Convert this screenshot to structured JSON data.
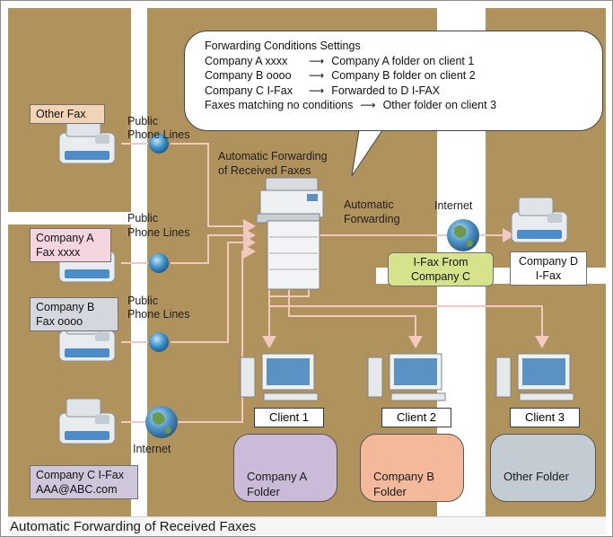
{
  "bubble": {
    "title": "Forwarding Conditions Settings",
    "rows": [
      {
        "condition": "Company A xxxx",
        "target": "Company A folder on client 1"
      },
      {
        "condition": "Company B oooo",
        "target": "Company B folder on client 2"
      },
      {
        "condition": "Company C I-Fax",
        "target": "Forwarded to D I-FAX"
      },
      {
        "condition": "Faxes matching no conditions",
        "target": "Other folder on client 3"
      }
    ]
  },
  "labels": {
    "public_phone_lines_1a": "Public",
    "public_phone_lines_1b": "Phone Lines",
    "public_phone_lines_2a": "Public",
    "public_phone_lines_2b": "Phone Lines",
    "public_phone_lines_3a": "Public",
    "public_phone_lines_3b": "Phone Lines",
    "auto_fwd_title_1": "Automatic Forwarding",
    "auto_fwd_title_2": "of Received Faxes",
    "auto_fwd_1": "Automatic",
    "auto_fwd_2": "Forwarding",
    "internet_right": "Internet",
    "internet_left": "Internet"
  },
  "senders": {
    "other_fax": "Other Fax",
    "company_a_1": "Company A",
    "company_a_2": "Fax xxxx",
    "company_b_1": "Company B",
    "company_b_2": "Fax oooo",
    "company_c_1": "Company C I-Fax",
    "company_c_2": "AAA@ABC.com"
  },
  "ifax_box": {
    "line1": "I-Fax From",
    "line2": "Company C"
  },
  "company_d": {
    "line1": "Company D",
    "line2": "I-Fax"
  },
  "clients": [
    "Client 1",
    "Client 2",
    "Client 3"
  ],
  "folders": [
    {
      "line1": "Company A",
      "line2": "Folder"
    },
    {
      "line1": "Company B",
      "line2": "Folder"
    },
    {
      "line1": "Other Folder",
      "line2": ""
    }
  ],
  "caption": "Automatic Forwarding of Received Faxes",
  "colors": {
    "background": "#b0925c",
    "arrow": "#f4c7c0",
    "company_a_box": "#f6d6de",
    "company_b_box": "#d4d8de",
    "company_c_box": "#cfc6dc",
    "ifax_box": "#d6e38a",
    "folder_a": "#cbbad8",
    "folder_b": "#f3b99a",
    "folder_other": "#c3ccd3"
  }
}
